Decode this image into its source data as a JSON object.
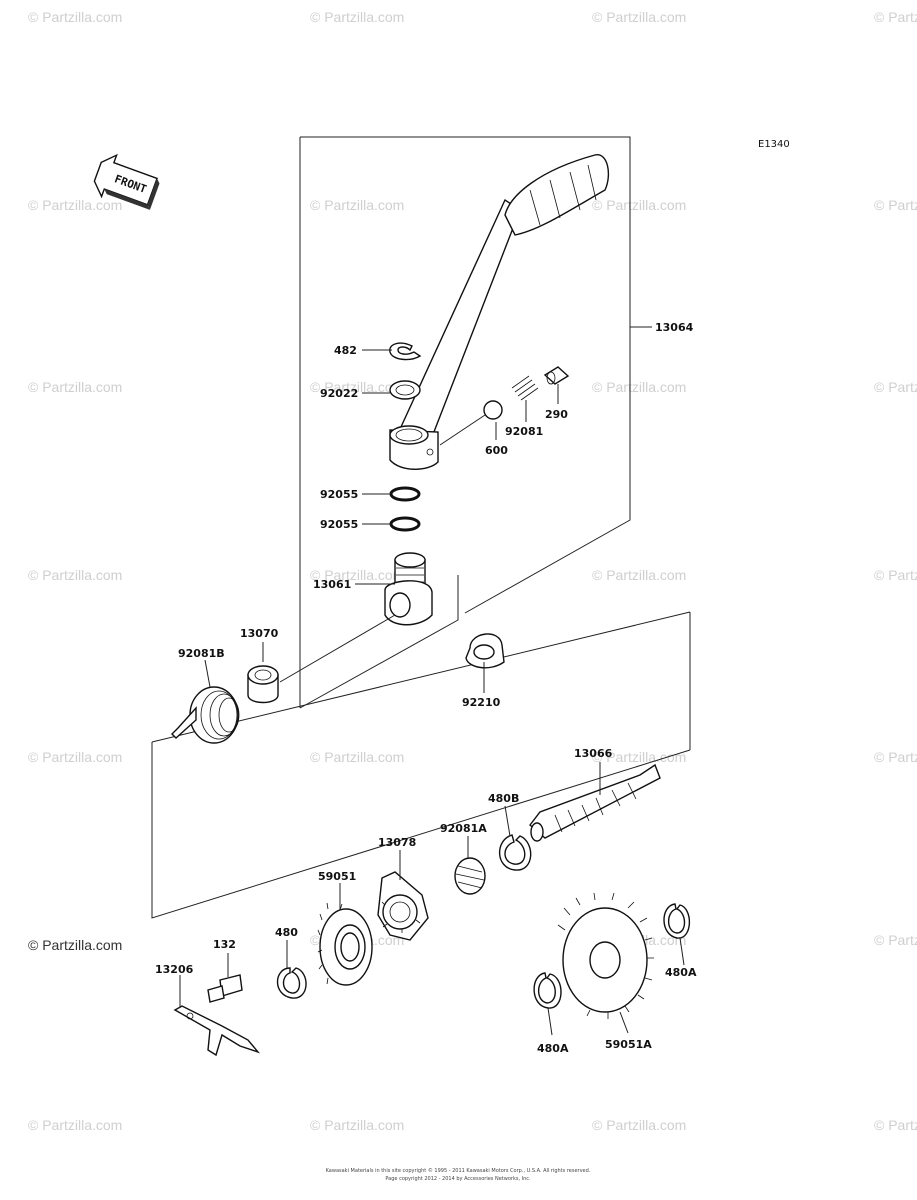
{
  "diagram_code": "E1340",
  "front_label": "FRONT",
  "watermark": "© Partzilla.com",
  "copyright_lines": [
    "Kawasaki Materials in this site copyright © 1995 - 2011 Kawasaki Motors Corp., U.S.A. All rights reserved.",
    "Page copyright 2012 - 2014 by Accessories Networks, Inc."
  ],
  "parts": {
    "p482": "482",
    "p92022": "92022",
    "p92055a": "92055",
    "p92055b": "92055",
    "p13061": "13061",
    "p13070": "13070",
    "p92081B": "92081B",
    "p92210": "92210",
    "p13064": "13064",
    "p600": "600",
    "p92081": "92081",
    "p290": "290",
    "p13066": "13066",
    "p480B": "480B",
    "p92081A": "92081A",
    "p13078": "13078",
    "p59051": "59051",
    "p132": "132",
    "p480": "480",
    "p13206": "13206",
    "p480A_right": "480A",
    "p480A_bottom": "480A",
    "p59051A": "59051A"
  }
}
